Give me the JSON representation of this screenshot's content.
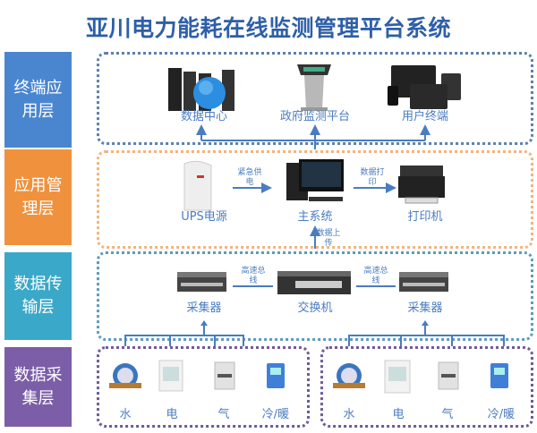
{
  "title": "亚川电力能耗在线监测管理平台系统",
  "layers": [
    {
      "label": "终端应用层",
      "color": "#4a86d0"
    },
    {
      "label": "应用管理层",
      "color": "#f0913d"
    },
    {
      "label": "数据传输层",
      "color": "#3aa8c8"
    },
    {
      "label": "数据采集层",
      "color": "#7b5ea7"
    }
  ],
  "terminal": {
    "items": [
      "数据中心",
      "政府监测平台",
      "用户终端"
    ]
  },
  "management": {
    "items": [
      "UPS电源",
      "主系统",
      "打印机"
    ],
    "edge_ups": "紧急供电",
    "edge_print": "数据打印"
  },
  "upload": "数据上传",
  "transmission": {
    "items": [
      "采集器",
      "交换机",
      "采集器"
    ],
    "bus": "高速总线"
  },
  "collection": {
    "items": [
      "水",
      "电",
      "气",
      "冷/暖"
    ]
  }
}
